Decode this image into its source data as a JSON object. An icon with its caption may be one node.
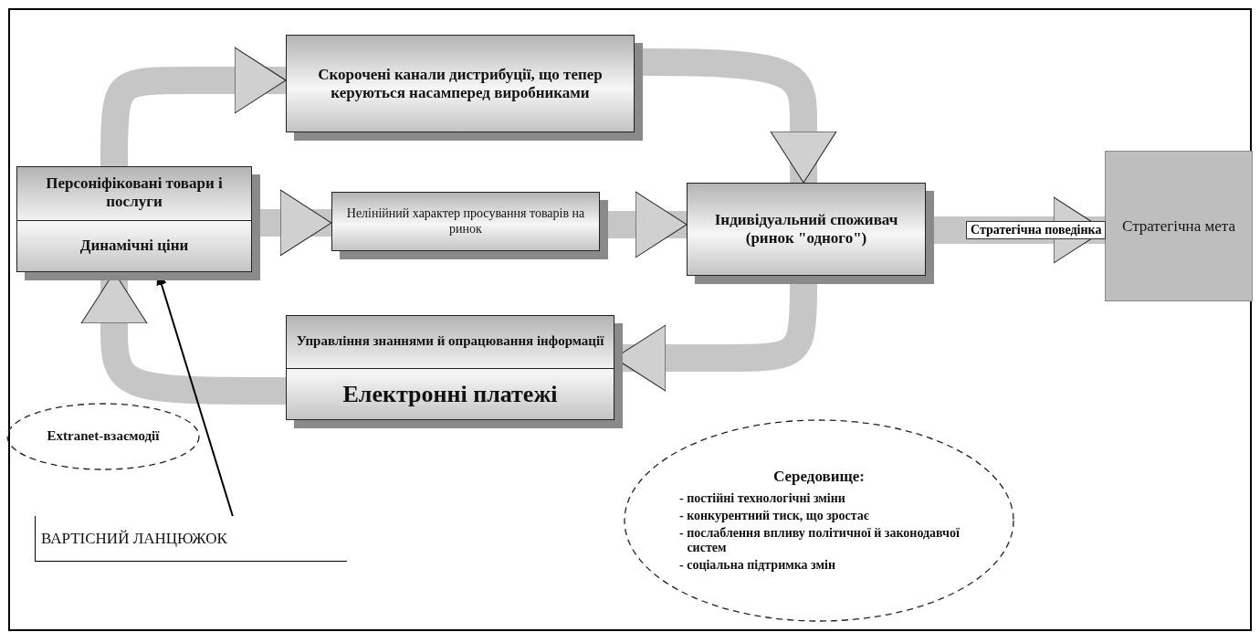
{
  "diagram": {
    "nodes": [
      {
        "text": [
          "Персоніфіковані товари і послуги",
          "Динамічні ціни"
        ]
      },
      {
        "text": [
          "Скорочені канали дистрибуції, що тепер керуються насамперед виробниками"
        ]
      },
      {
        "text": [
          "Нелінійний характер просування товарів на ринок"
        ]
      },
      {
        "text": [
          "Індивідуальний споживач (ринок \"одного\")"
        ]
      },
      {
        "text": [
          "Стратегічна мета"
        ]
      },
      {
        "text": [
          "Управління знаннями й опрацювання інформації",
          "Електронні платежі"
        ]
      },
      {
        "text": [
          "Extranet-взаємодії"
        ]
      },
      {
        "text": [
          "ВАРТІСНИЙ ЛАНЦЮЖОК"
        ]
      },
      {
        "text": [
          "Середовище:",
          "- постійні технологічні зміни",
          "- конкурентний тиск, що зростає",
          "- послаблення впливу політичної й законодавчої систем",
          "- соціальна підтримка змін"
        ]
      }
    ],
    "edges": [
      {
        "from": 0,
        "to": 1,
        "arrow": "to"
      },
      {
        "from": 1,
        "to": 3,
        "arrow": "to"
      },
      {
        "from": 0,
        "to": 2,
        "arrow": "to"
      },
      {
        "from": 2,
        "to": 3,
        "arrow": "to"
      },
      {
        "from": 3,
        "to": 5,
        "arrow": "to"
      },
      {
        "from": 5,
        "to": 0,
        "arrow": "to"
      },
      {
        "from": 3,
        "to": 4,
        "arrow": "to",
        "label": "Стратегічна поведінка"
      },
      {
        "from": 7,
        "to": 0,
        "arrow": "to",
        "color": "#000000"
      }
    ]
  }
}
